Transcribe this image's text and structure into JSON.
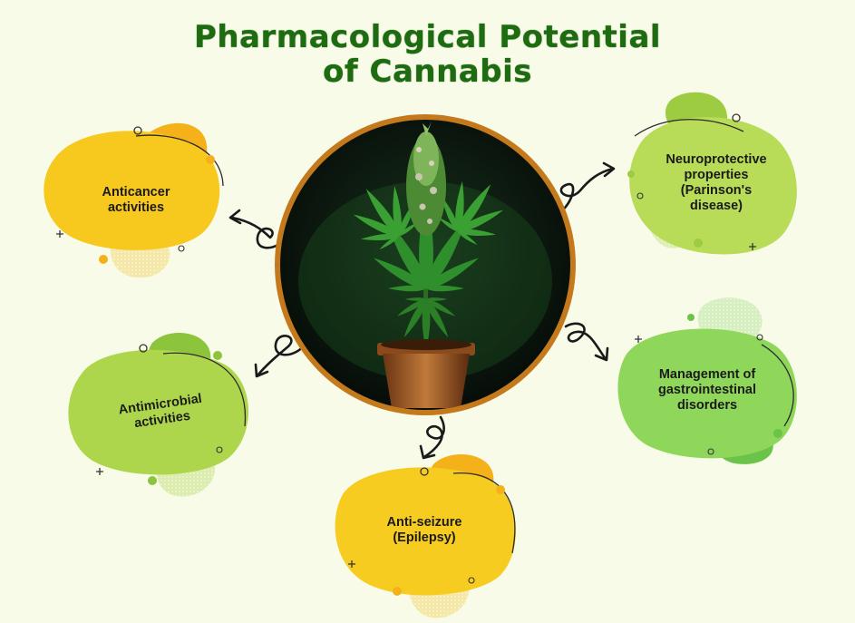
{
  "title": {
    "line1": "Pharmacological Potential",
    "line2": "of Cannabis"
  },
  "center": {
    "image_icon": "cannabis-plant-in-pot",
    "ring_color": "#c47a1c"
  },
  "nodes": [
    {
      "id": "anticancer",
      "lines": [
        "Anticancer",
        "activities"
      ],
      "color": "#f7c81e"
    },
    {
      "id": "neuroprotective",
      "lines": [
        "Neuroprotective",
        "properties",
        "(Parinson's",
        "disease)"
      ],
      "color": "#b8dc58"
    },
    {
      "id": "antimicrobial",
      "lines": [
        "Antimicrobial",
        "activities"
      ],
      "color": "#aed64c"
    },
    {
      "id": "gastro",
      "lines": [
        "Management of",
        "gastrointestinal",
        "disorders"
      ],
      "color": "#8fd75a"
    },
    {
      "id": "antiseizure",
      "lines": [
        "Anti-seizure",
        "(Epilepsy)"
      ],
      "color": "#f7cc20"
    }
  ],
  "colors": {
    "title": "#1e6b12",
    "background": "#f9fbe9",
    "yellow": "#f7c81e",
    "yellow_accent": "#f4b11a",
    "green": "#a8d64e",
    "arrow": "#1a1a1a"
  }
}
